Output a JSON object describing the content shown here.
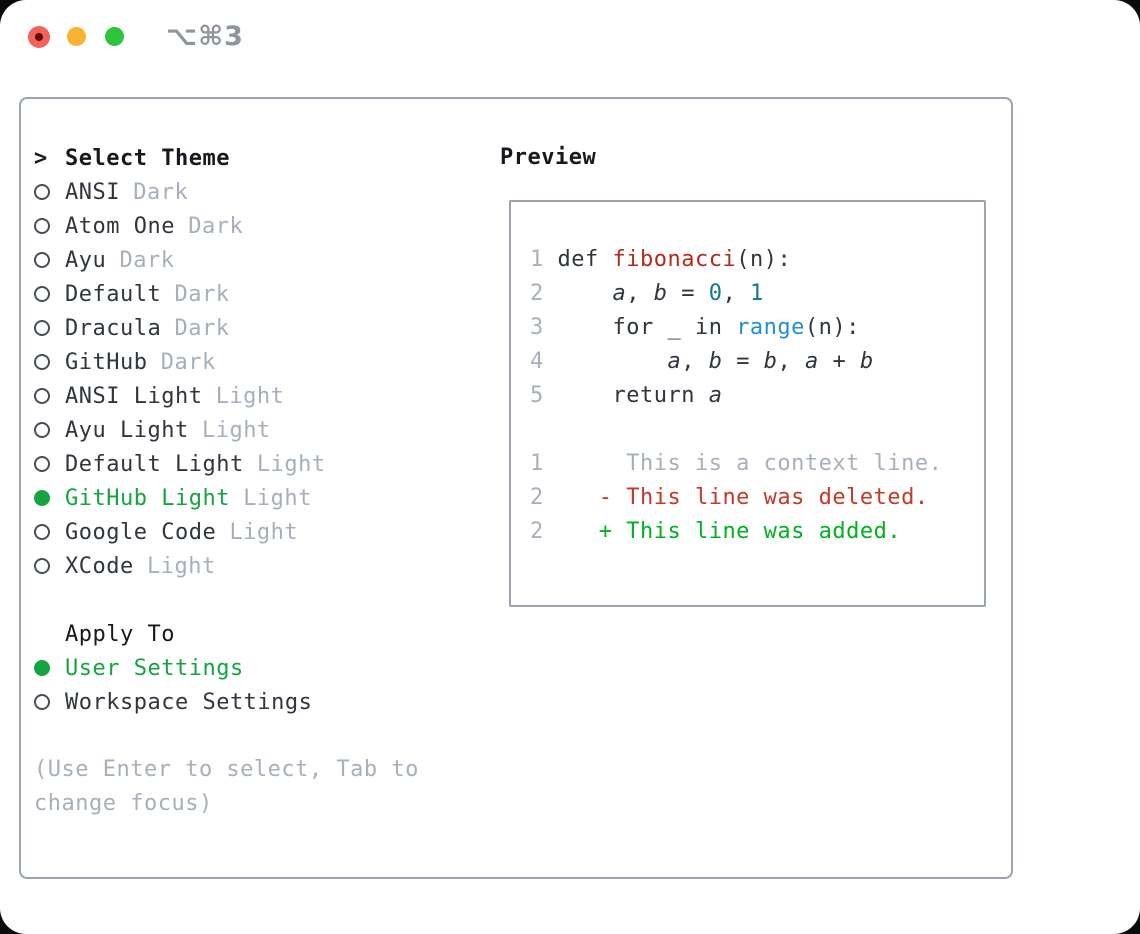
{
  "window": {
    "titlebar": {
      "shortcut_label": "⌥⌘3",
      "buttons": [
        {
          "name": "close"
        },
        {
          "name": "minimize"
        },
        {
          "name": "zoom"
        }
      ]
    }
  },
  "palette": {
    "border_gray": "#9aa3ae",
    "text_black": "#16191d",
    "text_dark": "#30363e",
    "muted_gray": "#a6b0bc",
    "ring_gray": "#474e57",
    "green_selected": "#15a441",
    "green_added": "#00b21f",
    "red_deleted": "#c43a26",
    "red_function": "#b42b1c",
    "teal_number": "#0e7d80",
    "blue_builtin": "#2290cd",
    "traffic_red": "#f4635a",
    "traffic_red_dot": "#5e0b07",
    "traffic_yellow": "#f9b234",
    "traffic_green": "#2dc53a",
    "shortcut_gray": "#8e959d"
  },
  "theme_selector": {
    "header": {
      "prompt": ">",
      "label": "Select Theme"
    },
    "themes": [
      {
        "name": "ANSI",
        "variant": "Dark",
        "selected": false
      },
      {
        "name": "Atom One",
        "variant": "Dark",
        "selected": false
      },
      {
        "name": "Ayu",
        "variant": "Dark",
        "selected": false
      },
      {
        "name": "Default",
        "variant": "Dark",
        "selected": false
      },
      {
        "name": "Dracula",
        "variant": "Dark",
        "selected": false
      },
      {
        "name": "GitHub",
        "variant": "Dark",
        "selected": false
      },
      {
        "name": "ANSI Light",
        "variant": "Light",
        "selected": false
      },
      {
        "name": "Ayu Light",
        "variant": "Light",
        "selected": false
      },
      {
        "name": "Default Light",
        "variant": "Light",
        "selected": false
      },
      {
        "name": "GitHub Light",
        "variant": "Light",
        "selected": true
      },
      {
        "name": "Google Code",
        "variant": "Light",
        "selected": false
      },
      {
        "name": "XCode",
        "variant": "Light",
        "selected": false
      }
    ],
    "apply_to": {
      "label": "Apply To",
      "options": [
        {
          "name": "User Settings",
          "selected": true
        },
        {
          "name": "Workspace Settings",
          "selected": false
        }
      ]
    },
    "hint_lines": [
      "(Use Enter to select, Tab to",
      "change focus)"
    ]
  },
  "preview": {
    "label": "Preview",
    "code_lines": [
      [
        [
          "1 ",
          "ln"
        ],
        [
          "def ",
          "pl"
        ],
        [
          "fibonacci",
          "fn"
        ],
        [
          "(n):",
          "pl"
        ]
      ],
      [
        [
          "2 ",
          "ln"
        ],
        [
          "    ",
          "pl"
        ],
        [
          "a",
          "va"
        ],
        [
          ", ",
          "pl"
        ],
        [
          "b",
          "va"
        ],
        [
          " = ",
          "pl"
        ],
        [
          "0",
          "nm"
        ],
        [
          ", ",
          "pl"
        ],
        [
          "1",
          "nm"
        ]
      ],
      [
        [
          "3 ",
          "ln"
        ],
        [
          "    for _ in ",
          "pl"
        ],
        [
          "range",
          "bi"
        ],
        [
          "(n):",
          "pl"
        ]
      ],
      [
        [
          "4 ",
          "ln"
        ],
        [
          "        ",
          "pl"
        ],
        [
          "a",
          "va"
        ],
        [
          ", ",
          "pl"
        ],
        [
          "b",
          "va"
        ],
        [
          " = ",
          "pl"
        ],
        [
          "b",
          "va"
        ],
        [
          ", ",
          "pl"
        ],
        [
          "a",
          "va"
        ],
        [
          " + ",
          "pl"
        ],
        [
          "b",
          "va"
        ]
      ],
      [
        [
          "5 ",
          "ln"
        ],
        [
          "    return ",
          "pl"
        ],
        [
          "a",
          "va"
        ]
      ]
    ],
    "diff_lines": [
      [
        [
          "1",
          "ln"
        ],
        [
          "      This is a context line.",
          "ctx"
        ]
      ],
      [
        [
          "2",
          "ln"
        ],
        [
          "    ",
          "pl"
        ],
        [
          "- This line was deleted.",
          "del"
        ]
      ],
      [
        [
          "2",
          "ln"
        ],
        [
          "    ",
          "pl"
        ],
        [
          "+ This line was added.",
          "add"
        ]
      ]
    ]
  }
}
